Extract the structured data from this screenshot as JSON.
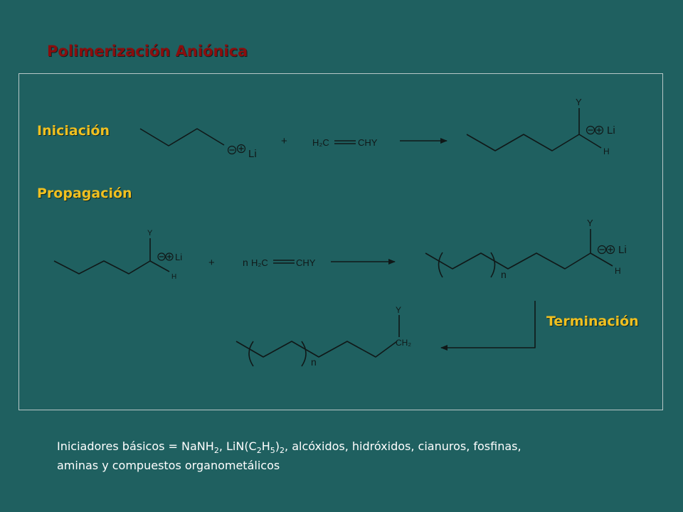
{
  "title": "Polimerización Aniónica",
  "stages": {
    "initiation": "Iniciación",
    "propagation": "Propagación",
    "termination": "Terminación"
  },
  "chemistry": {
    "lithium": "Li",
    "hydrogen": "H",
    "substituent": "Y",
    "plus": "+",
    "monomer_left": "H₂C",
    "monomer_right": "CHY",
    "coefficient": "n",
    "repeat_subscript": "n",
    "end_group": "CH₂"
  },
  "note": {
    "prefix": "Iniciadores básicos = NaNH",
    "s1": "2",
    "mid1": ", LiN(C",
    "s2": "2",
    "mid2": "H",
    "s3": "5",
    "mid3": ")",
    "s4": "2",
    "suffix": ", alcóxidos, hidróxidos, cianuros, fosfinas,",
    "line2": "aminas y compuestos organometálicos"
  },
  "colors": {
    "background": "#1f6060",
    "title": "#8a0e0e",
    "stage_label": "#f0c020",
    "structure_ink": "#101818",
    "note_text": "#ffffff"
  }
}
